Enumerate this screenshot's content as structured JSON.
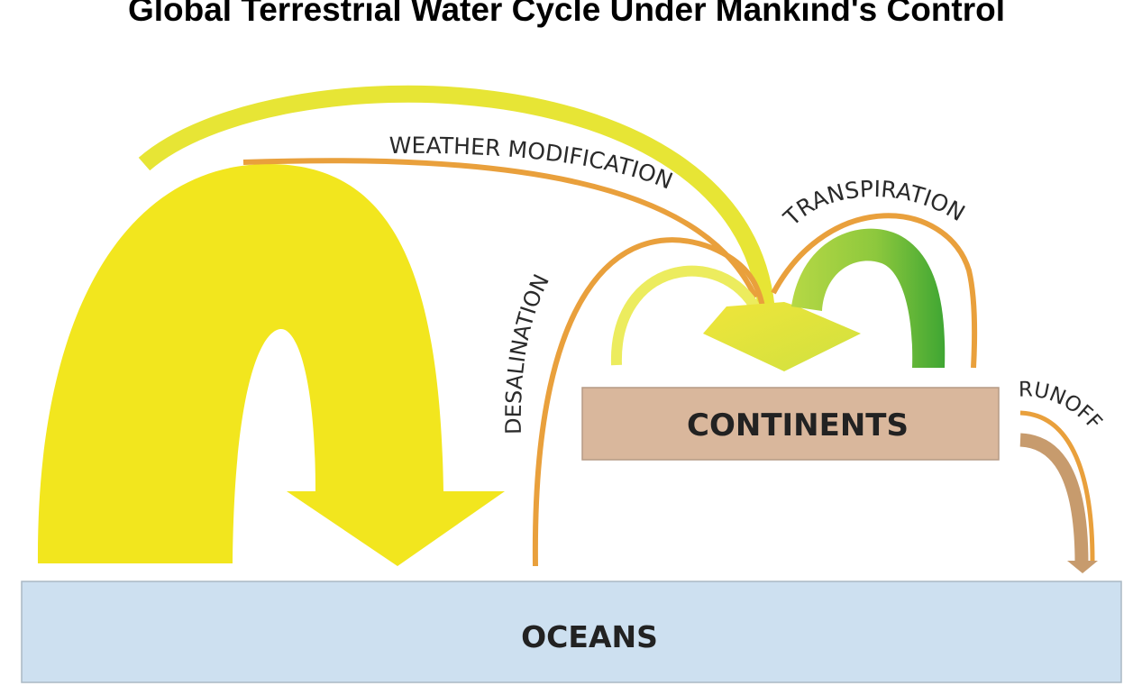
{
  "title": "Global Terrestrial Water Cycle Under Mankind's Control",
  "boxes": {
    "oceans": "OCEANS",
    "continents": "CONTINENTS"
  },
  "flows": {
    "weather_modification": "WEATHER MODIFICATION",
    "transpiration": "TRANSPIRATION",
    "desalination": "DESALINATION",
    "runoff": "RUNOFF"
  },
  "colors": {
    "evaporation_yellow": "#f2e61e",
    "precipitation_yellow": "#e2e84a",
    "managed_orange": "#e9a03c",
    "transpiration_green": "#5cb933",
    "runoff_tan": "#c79b6d",
    "continents_fill": "#d9b79c",
    "oceans_fill": "#cde0f0"
  }
}
